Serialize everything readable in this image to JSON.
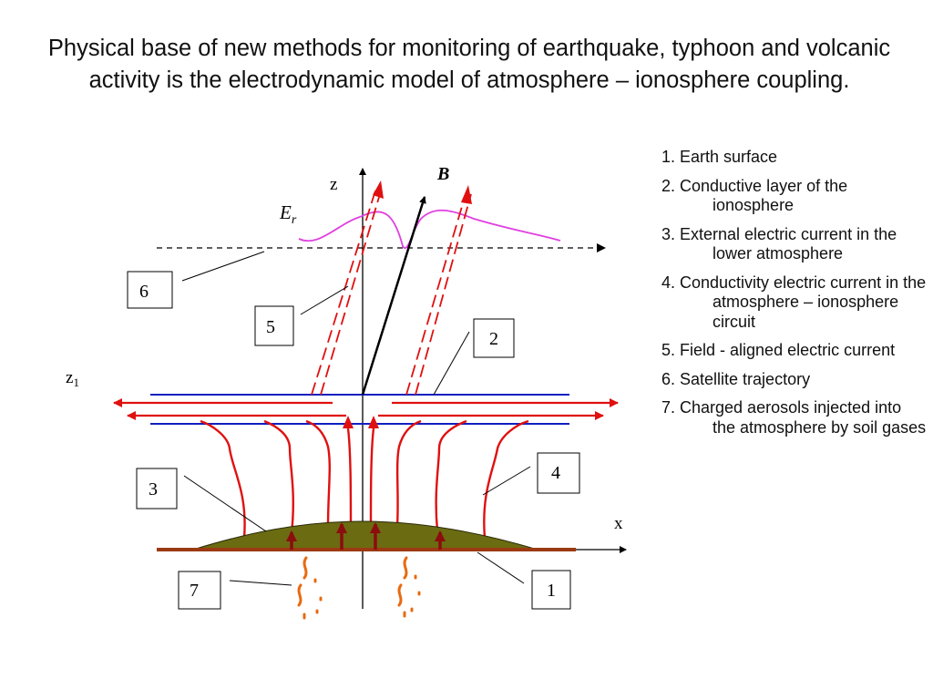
{
  "title": "Physical base of new methods for monitoring of earthquake, typhoon and volcanic activity is the electrodynamic model of atmosphere – ionosphere coupling.",
  "legend": [
    "1. Earth surface",
    "2. Conductive layer of the ionosphere",
    "3. External electric current in the lower atmosphere",
    "4. Conductivity electric current in the atmosphere – ionosphere circuit",
    "5. Field - aligned electric current",
    "6. Satellite trajectory",
    "7. Charged aerosols injected into the atmosphere by soil gases"
  ],
  "diagram": {
    "axis_z": "z",
    "axis_x": "x",
    "z1_base": "z",
    "z1_sub": "1",
    "field_B": "B",
    "field_E_base": "E",
    "field_E_sub": "r",
    "callouts": [
      "1",
      "2",
      "3",
      "4",
      "5",
      "6",
      "7"
    ]
  },
  "colors": {
    "current": "#e01010",
    "ionosphere_layer": "#1020c0",
    "ground": "#9b3a12",
    "mound": "#6b6b12",
    "arrow_up": "#8b0d0d",
    "aerosol": "#e86a10",
    "field_curve": "#e040e0"
  }
}
